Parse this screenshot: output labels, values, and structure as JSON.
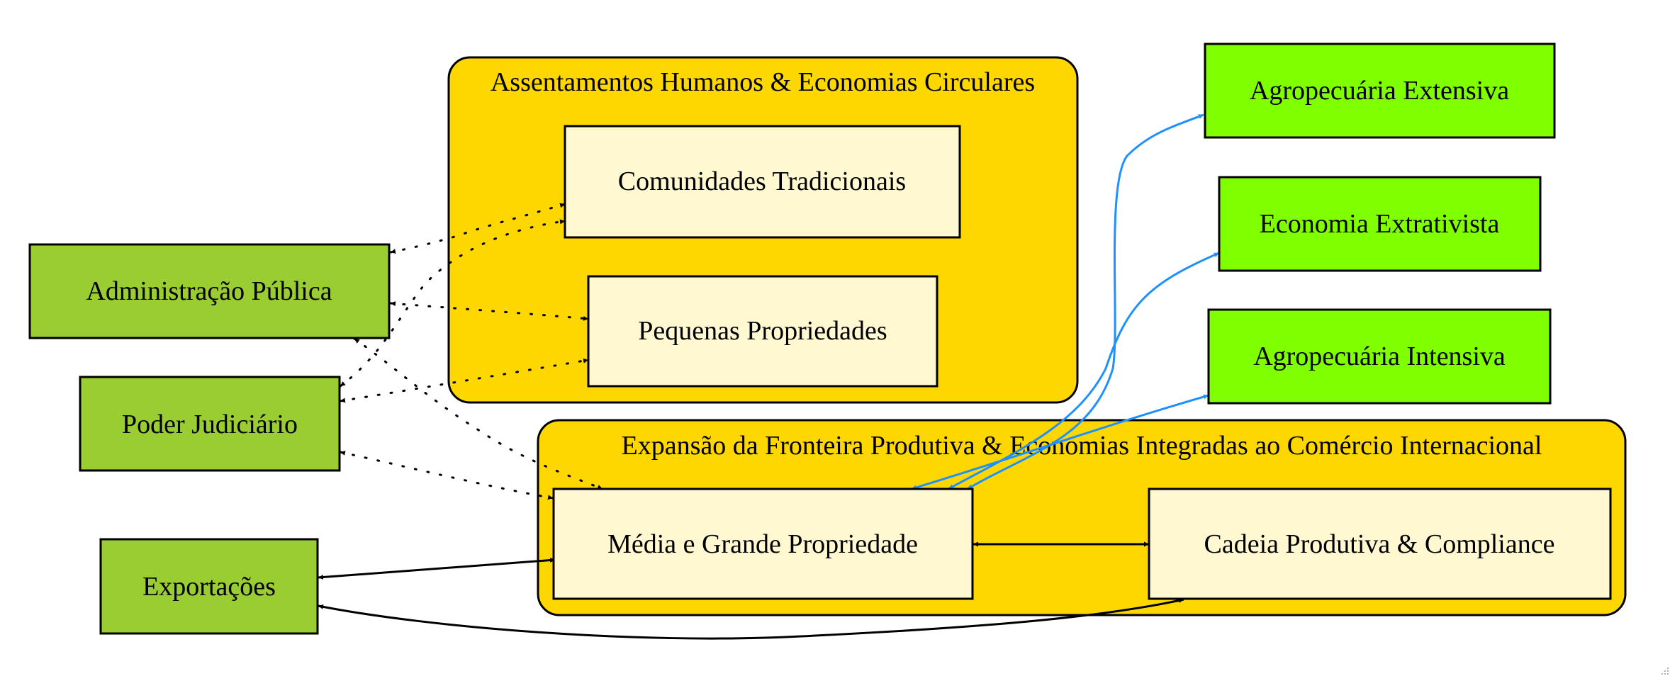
{
  "colors": {
    "cluster_fill": "#FFD700",
    "inner_node_fill": "#FFF8D0",
    "left_node_fill": "#9ACD32",
    "right_node_fill": "#7FFF00",
    "edge_black": "#000000",
    "edge_blue": "#1E90FF"
  },
  "clusters": {
    "assentamentos": {
      "label": "Assentamentos Humanos & Economias Circulares"
    },
    "expansao": {
      "label": "Expansão da Fronteira Produtiva & Economias Integradas ao Comércio Internacional"
    }
  },
  "nodes": {
    "comunidades": {
      "label": "Comunidades Tradicionais"
    },
    "pequenas": {
      "label": "Pequenas Propriedades"
    },
    "media_grande": {
      "label": "Média e Grande Propriedade"
    },
    "cadeia": {
      "label": "Cadeia Produtiva & Compliance"
    },
    "administracao": {
      "label": "Administração Pública"
    },
    "judiciario": {
      "label": "Poder Judiciário"
    },
    "exportacoes": {
      "label": "Exportações"
    },
    "agro_extensiva": {
      "label": "Agropecuária Extensiva"
    },
    "extrativista": {
      "label": "Economia Extrativista"
    },
    "agro_intensiva": {
      "label": "Agropecuária Intensiva"
    }
  },
  "edges": [
    {
      "from": "administracao",
      "to": "comunidades",
      "style": "dotted",
      "dir": "both"
    },
    {
      "from": "administracao",
      "to": "pequenas",
      "style": "dotted",
      "dir": "both"
    },
    {
      "from": "administracao",
      "to": "media_grande",
      "style": "dotted",
      "dir": "both"
    },
    {
      "from": "judiciario",
      "to": "comunidades",
      "style": "dotted",
      "dir": "both"
    },
    {
      "from": "judiciario",
      "to": "pequenas",
      "style": "dotted",
      "dir": "both"
    },
    {
      "from": "judiciario",
      "to": "media_grande",
      "style": "dotted",
      "dir": "both"
    },
    {
      "from": "exportacoes",
      "to": "media_grande",
      "style": "solid",
      "dir": "both"
    },
    {
      "from": "exportacoes",
      "to": "cadeia",
      "style": "solid",
      "dir": "both"
    },
    {
      "from": "media_grande",
      "to": "cadeia",
      "style": "solid",
      "dir": "both"
    },
    {
      "from": "media_grande",
      "to": "agro_extensiva",
      "style": "blue",
      "dir": "both"
    },
    {
      "from": "media_grande",
      "to": "extrativista",
      "style": "blue",
      "dir": "both"
    },
    {
      "from": "media_grande",
      "to": "agro_intensiva",
      "style": "blue",
      "dir": "both"
    }
  ]
}
